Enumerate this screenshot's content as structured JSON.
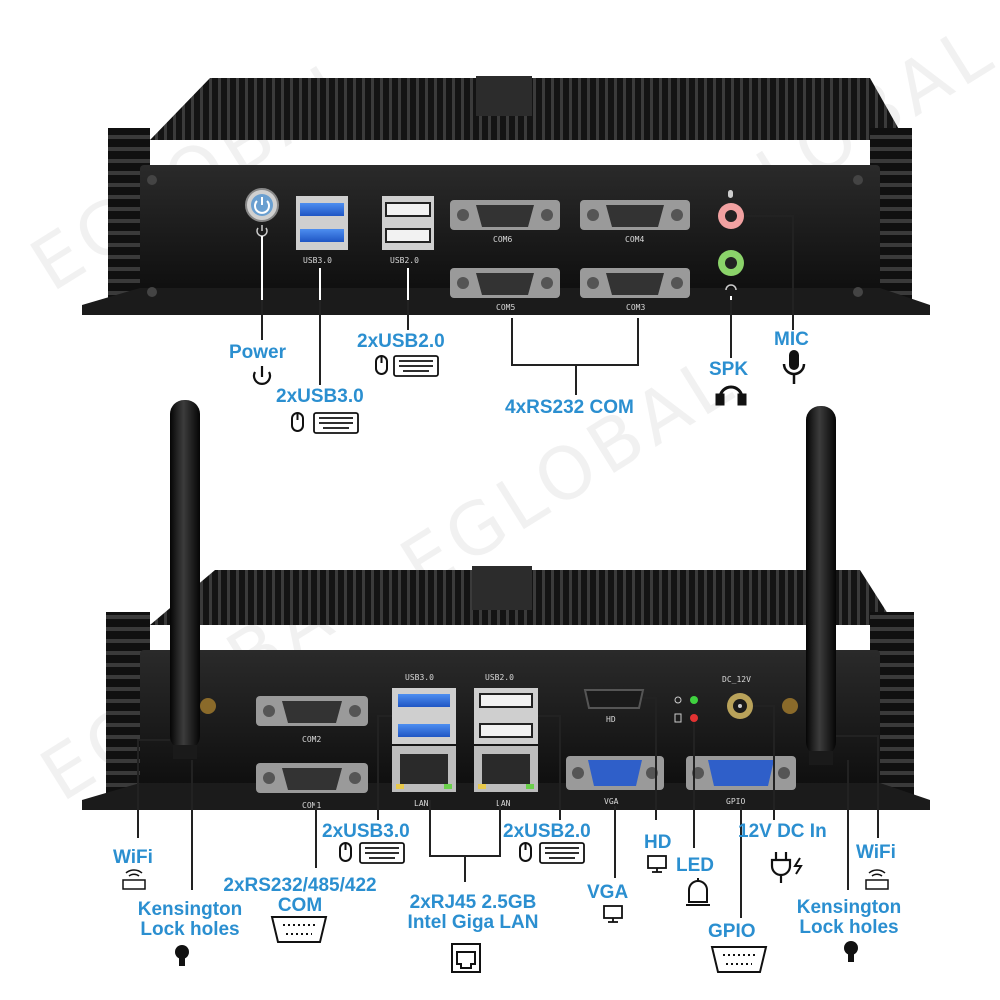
{
  "watermark": "EGLOBAL",
  "top_unit": {
    "ports": {
      "usb3": "USB3.0",
      "usb2": "USB2.0",
      "com6": "COM6",
      "com4": "COM4",
      "com5": "COM5",
      "com3": "COM3"
    },
    "labels": {
      "power": "Power",
      "usb3": "2xUSB3.0",
      "usb2": "2xUSB2.0",
      "com": "4xRS232 COM",
      "spk": "SPK",
      "mic": "MIC"
    }
  },
  "bottom_unit": {
    "ports": {
      "com2": "COM2",
      "com1": "COM1",
      "usb3": "USB3.0",
      "usb2": "USB2.0",
      "lan1": "LAN",
      "lan2": "LAN",
      "hd": "HD",
      "vga": "VGA",
      "gpio": "GPIO",
      "dc": "DC_12V"
    },
    "labels": {
      "wifi_left": "WiFi",
      "kensington_left_1": "Kensington",
      "kensington_left_2": "Lock holes",
      "com_1": "2xRS232/485/422",
      "com_2": "COM",
      "usb3": "2xUSB3.0",
      "usb2": "2xUSB2.0",
      "lan_1": "2xRJ45 2.5GB",
      "lan_2": "Intel Giga LAN",
      "vga": "VGA",
      "hd": "HD",
      "led": "LED",
      "dc": "12V DC In",
      "gpio": "GPIO",
      "wifi_right": "WiFi",
      "kensington_right_1": "Kensington",
      "kensington_right_2": "Lock holes"
    }
  }
}
